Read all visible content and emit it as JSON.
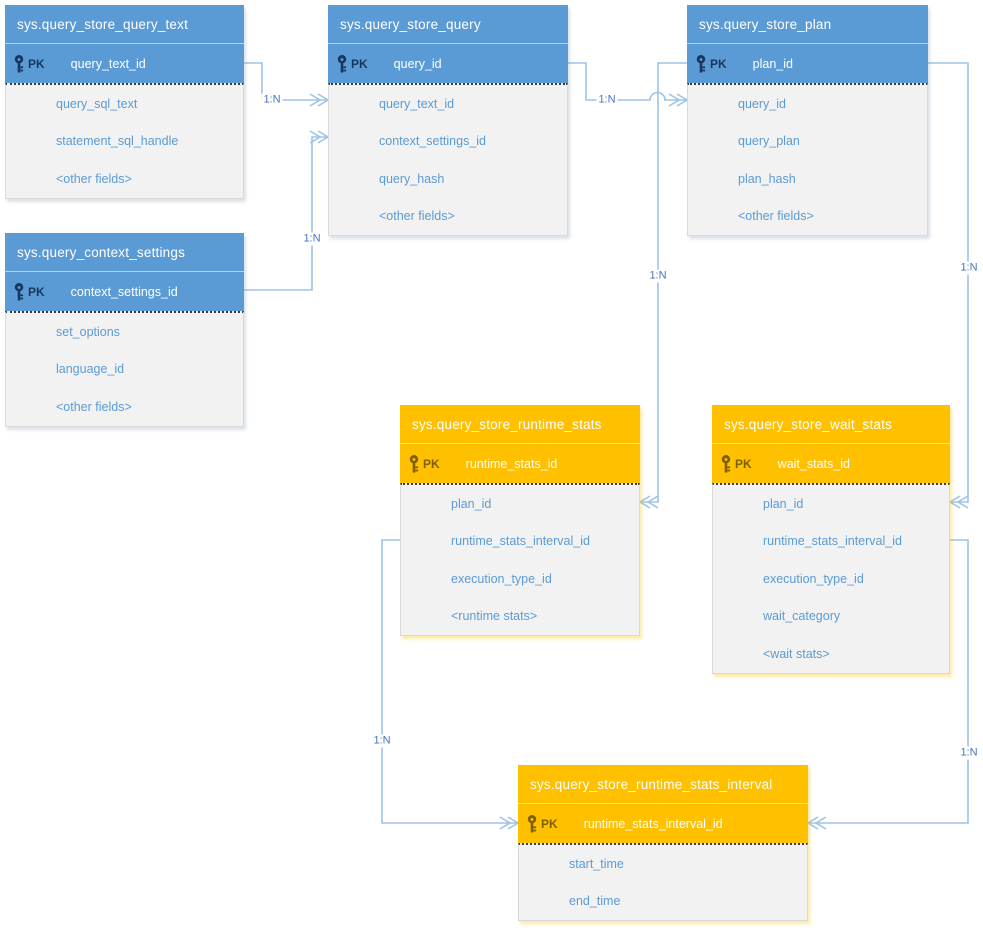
{
  "theme": {
    "blue_header": "#5B9BD5",
    "orange_header": "#FFC000",
    "body_background": "#F2F2F2",
    "field_text": "#5B9BD5",
    "pk_text_blue": "#17375E",
    "pk_text_orange": "#7F6000",
    "connector_line": "#9DC3E6",
    "connector_label_text": "#4472C4"
  },
  "tables": [
    {
      "title": "sys.query_store_query_text",
      "pk_label": "PK",
      "pk_field": "query_text_id",
      "fields": [
        "query_sql_text",
        "statement_sql_handle",
        "<other fields>"
      ]
    },
    {
      "title": "sys.query_store_query",
      "pk_label": "PK",
      "pk_field": "query_id",
      "fields": [
        "query_text_id",
        "context_settings_id",
        "query_hash",
        "<other fields>"
      ]
    },
    {
      "title": "sys.query_store_plan",
      "pk_label": "PK",
      "pk_field": "plan_id",
      "fields": [
        "query_id",
        "query_plan",
        "plan_hash",
        "<other fields>"
      ]
    },
    {
      "title": "sys.query_context_settings",
      "pk_label": "PK",
      "pk_field": "context_settings_id",
      "fields": [
        "set_options",
        "language_id",
        "<other fields>"
      ]
    },
    {
      "title": "sys.query_store_runtime_stats",
      "pk_label": "PK",
      "pk_field": "runtime_stats_id",
      "fields": [
        "plan_id",
        "runtime_stats_interval_id",
        "execution_type_id",
        "<runtime stats>"
      ]
    },
    {
      "title": "sys.query_store_wait_stats",
      "pk_label": "PK",
      "pk_field": "wait_stats_id",
      "fields": [
        "plan_id",
        "runtime_stats_interval_id",
        "execution_type_id",
        "wait_category",
        "<wait stats>"
      ]
    },
    {
      "title": "sys.query_store_runtime_stats_interval",
      "pk_label": "PK",
      "pk_field": "runtime_stats_interval_id",
      "fields": [
        "start_time",
        "end_time"
      ]
    }
  ],
  "connectors": [
    {
      "id": "query-text-to-query",
      "label": "1:N"
    },
    {
      "id": "context-settings-to-query",
      "label": "1:N"
    },
    {
      "id": "query-to-plan",
      "label": "1:N"
    },
    {
      "id": "plan-to-runtime-stats",
      "label": "1:N"
    },
    {
      "id": "plan-to-wait-stats",
      "label": "1:N"
    },
    {
      "id": "runtime-stats-to-interval",
      "label": "1:N"
    },
    {
      "id": "wait-stats-to-interval",
      "label": "1:N"
    }
  ]
}
